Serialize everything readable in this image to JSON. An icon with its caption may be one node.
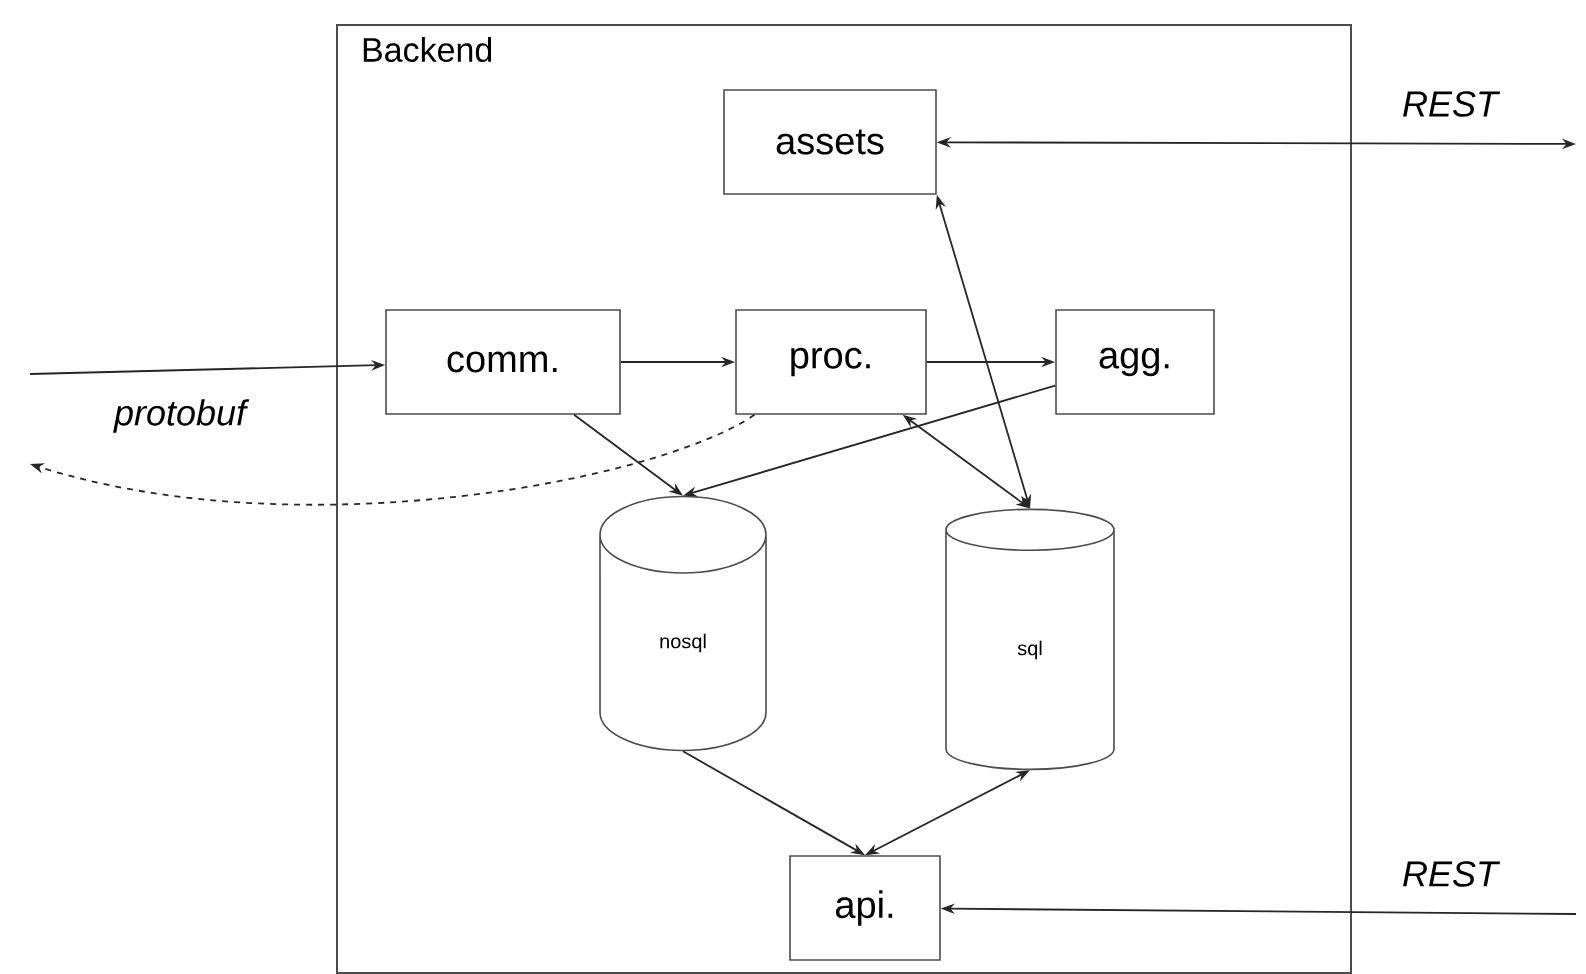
{
  "diagram": {
    "nodes": [
      {
        "text": [
          "Backend"
        ]
      },
      {
        "text": [
          "assets"
        ],
        "in": 0
      },
      {
        "text": [
          "comm."
        ],
        "in": 0
      },
      {
        "text": [
          "proc."
        ],
        "in": 0
      },
      {
        "text": [
          "agg."
        ],
        "in": 0
      },
      {
        "text": [
          "nosql"
        ],
        "in": 0
      },
      {
        "text": [
          "sql"
        ],
        "in": 0
      },
      {
        "text": [
          "api."
        ],
        "in": 0
      }
    ],
    "edges": [
      {
        "from": null,
        "to": 2,
        "arrow": "to",
        "label": "protobuf"
      },
      {
        "from": 2,
        "to": 3,
        "arrow": "to"
      },
      {
        "from": 3,
        "to": 4,
        "arrow": "to"
      },
      {
        "from": 2,
        "to": 5,
        "arrow": "to"
      },
      {
        "from": 4,
        "to": 5,
        "arrow": "to"
      },
      {
        "from": 3,
        "to": null,
        "arrow": "to",
        "style": "dashed"
      },
      {
        "from": 3,
        "to": 6,
        "arrow": "both"
      },
      {
        "from": 1,
        "to": 6,
        "arrow": "both"
      },
      {
        "from": 5,
        "to": 7,
        "arrow": "to"
      },
      {
        "from": 7,
        "to": 6,
        "arrow": "both"
      },
      {
        "from": 1,
        "to": null,
        "arrow": "both",
        "label": "REST"
      },
      {
        "from": null,
        "to": 7,
        "arrow": "to",
        "label": "REST"
      }
    ]
  }
}
